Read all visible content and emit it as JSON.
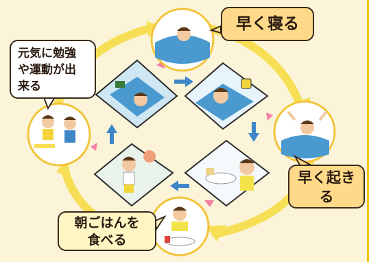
{
  "labels": {
    "sleep_early": "早く寝る",
    "wake_early_line1": "早く起き",
    "wake_early_line2": "る",
    "eat_breakfast_line1": "朝ごはんを",
    "eat_breakfast_line2": "食べる",
    "study_exercise_line1": "元気に勉強",
    "study_exercise_line2": "や運動が出",
    "study_exercise_line3": "来る"
  },
  "colors": {
    "background": "#fbf4d9",
    "cycle_arrow": "#f6df55",
    "blue_arrow": "#3f86c8",
    "pink_arrow": "#f47fa4",
    "bubble_fill": "#fff6c4",
    "bubble_orange": "#ffd98a",
    "circle_border": "#f3c43a"
  },
  "icons": [
    "sleeping-child-icon",
    "waking-child-icon",
    "breakfast-child-icon",
    "playing-child-icon",
    "two-children-icon",
    "alarm-clock-icon"
  ]
}
